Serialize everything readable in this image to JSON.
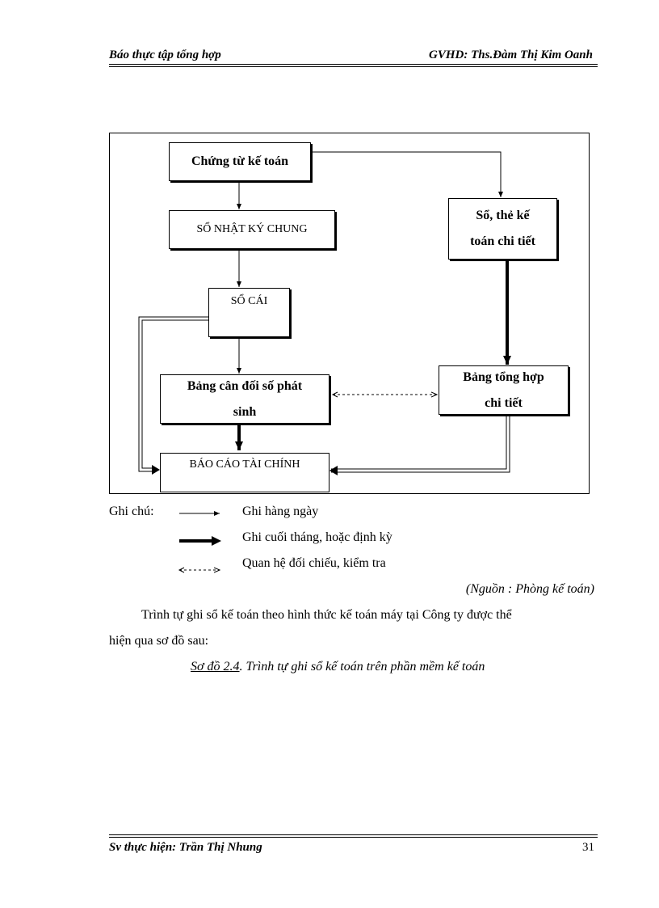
{
  "header": {
    "left": "Báo thực tập tổng hợp",
    "right": "GVHD: Ths.Đàm Thị Kim Oanh"
  },
  "diagram": {
    "boxes": {
      "chung_tu": "Chứng từ kế toán",
      "nhat_ky": "SỔ NHẬT KÝ CHUNG",
      "so_the_line1": "Sổ, thẻ kế",
      "so_the_line2": "toán chi tiết",
      "so_cai": "SỔ CÁI",
      "bang_can_doi_line1": "Bảng cân đối số phát",
      "bang_can_doi_line2": "sinh",
      "bang_tong_hop_line1": "Bảng tổng hợp",
      "bang_tong_hop_line2": "chi tiết",
      "bao_cao": "BÁO CÁO TÀI CHÍNH"
    }
  },
  "legend": {
    "title": "Ghi chú:",
    "items": [
      {
        "label": "Ghi hàng ngày"
      },
      {
        "label": "Ghi cuối tháng, hoặc định kỳ"
      },
      {
        "label": "Quan hệ đối chiếu, kiểm tra"
      }
    ]
  },
  "source": "(Nguồn : Phòng kế toán)",
  "paragraph": {
    "line1": "Trình tự ghi sổ kế toán theo hình thức kế toán máy tại Công ty được thể",
    "line2": "hiện qua sơ đồ sau:"
  },
  "caption": {
    "ref": "Sơ đồ 2.4",
    "text": ". Trình tự ghi sổ kế toán trên phần mềm kế toán"
  },
  "footer": {
    "left": "Sv thực hiện: Trần Thị Nhung",
    "page": "31"
  }
}
